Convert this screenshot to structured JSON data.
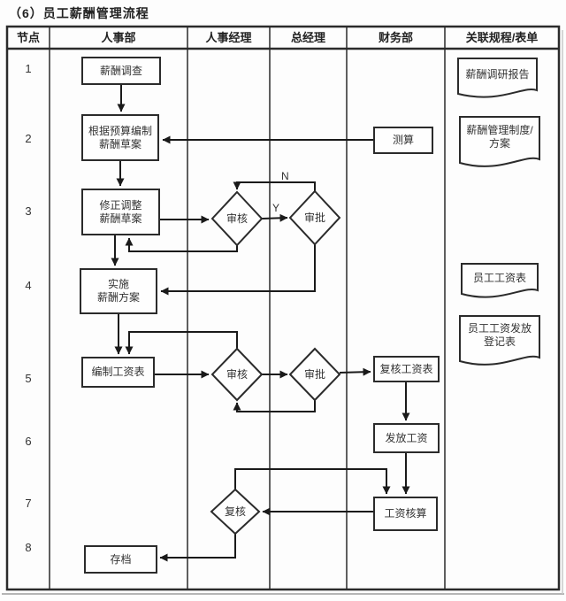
{
  "title": "（6）员工薪酬管理流程",
  "colors": {
    "line": "#1a1a1a",
    "border": "#2b2b2b",
    "text": "#333333",
    "background": "#ffffff"
  },
  "table": {
    "headers": [
      "节点",
      "人事部",
      "人事经理",
      "总经理",
      "财务部",
      "关联规程/表单"
    ],
    "node_numbers": [
      "1",
      "2",
      "3",
      "4",
      "5",
      "6",
      "7",
      "8"
    ]
  },
  "nodes": {
    "survey": "薪酬调查",
    "draft": [
      "根据预算编制",
      "薪酬草案"
    ],
    "calculate": "测算",
    "adjust": [
      "修正调整",
      "薪酬草案"
    ],
    "review1": "审核",
    "approve1": "审批",
    "implement": [
      "实施",
      "薪酬方案"
    ],
    "payroll_sheet": "编制工资表",
    "review2": "审核",
    "approve2": "审批",
    "verify_sheet": "复核工资表",
    "pay_salary": "发放工资",
    "salary_accounting": "工资核算",
    "recheck": "复核",
    "archive": "存档"
  },
  "edge_labels": {
    "no": "N",
    "yes": "Y"
  },
  "documents": [
    [
      "薪酬调研报告"
    ],
    [
      "薪酬管理制度/",
      "方案"
    ],
    [
      "员工工资表"
    ],
    [
      "员工工资发放",
      "登记表"
    ]
  ]
}
